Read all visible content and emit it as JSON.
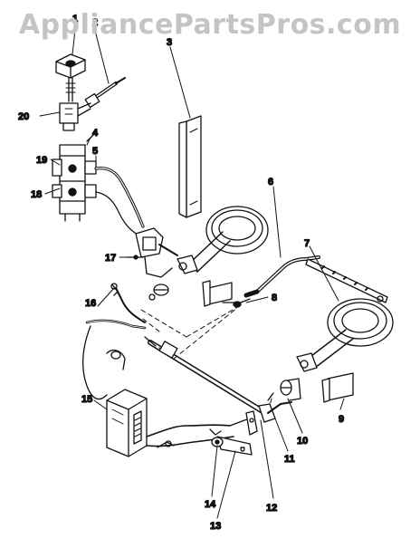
{
  "watermark": "AppliancePartsPros.com",
  "callouts": [
    {
      "id": "c1",
      "text": "1"
    },
    {
      "id": "c2",
      "text": "2"
    },
    {
      "id": "c3",
      "text": "3"
    },
    {
      "id": "c4",
      "text": "4"
    },
    {
      "id": "c5",
      "text": "5"
    },
    {
      "id": "c6",
      "text": "6"
    },
    {
      "id": "c7",
      "text": "7"
    },
    {
      "id": "c8",
      "text": "8"
    },
    {
      "id": "c9",
      "text": "9"
    },
    {
      "id": "c10",
      "text": "10"
    },
    {
      "id": "c11",
      "text": "11"
    },
    {
      "id": "c12",
      "text": "12"
    },
    {
      "id": "c13",
      "text": "13"
    },
    {
      "id": "c14",
      "text": "14"
    },
    {
      "id": "c15",
      "text": "15"
    },
    {
      "id": "c16",
      "text": "16"
    },
    {
      "id": "c17",
      "text": "17"
    },
    {
      "id": "c18",
      "text": "18"
    },
    {
      "id": "c19",
      "text": "19"
    },
    {
      "id": "c20",
      "text": "20"
    }
  ],
  "colors": {
    "line": "#111111",
    "watermark": "#c4c4c4",
    "background": "#ffffff"
  }
}
